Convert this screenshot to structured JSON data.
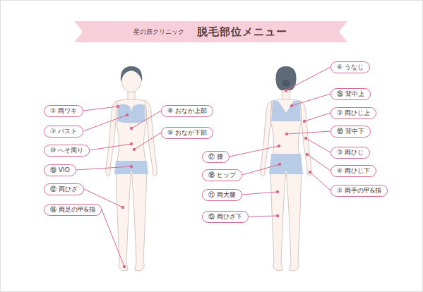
{
  "diagram": {
    "title": "脱毛部位メニュー",
    "nodes": [
      {
        "text": [
          "⑥ うなじ"
        ]
      },
      {
        "text": [
          "⑮ 背中上"
        ]
      },
      {
        "text": [
          "① 両ワキ"
        ]
      },
      {
        "text": [
          "⑧ おなか上部"
        ]
      },
      {
        "text": [
          "② 両ひじ上"
        ]
      },
      {
        "text": [
          "⑦ バスト"
        ]
      },
      {
        "text": [
          "⑨ おなか下部"
        ]
      },
      {
        "text": [
          "⑯ 背中下"
        ]
      },
      {
        "text": [
          "⑩ へそ周り"
        ]
      },
      {
        "text": [
          "③ 両ひじ"
        ]
      },
      {
        "text": [
          "⑰ 腰"
        ]
      },
      {
        "text": [
          "⑲ VIO"
        ]
      },
      {
        "text": [
          "④ 両ひじ下"
        ]
      },
      {
        "text": [
          "⑱ ヒップ"
        ]
      },
      {
        "text": [
          "⑫ 両ひざ"
        ]
      },
      {
        "text": [
          "⑤ 両手の甲&指"
        ]
      },
      {
        "text": [
          "⑪ 両大腿"
        ]
      },
      {
        "text": [
          "⑭ 両足の甲&指"
        ]
      },
      {
        "text": [
          "⑬ 両ひざ下"
        ]
      }
    ],
    "labels": [
      "星の原クリニック"
    ]
  }
}
